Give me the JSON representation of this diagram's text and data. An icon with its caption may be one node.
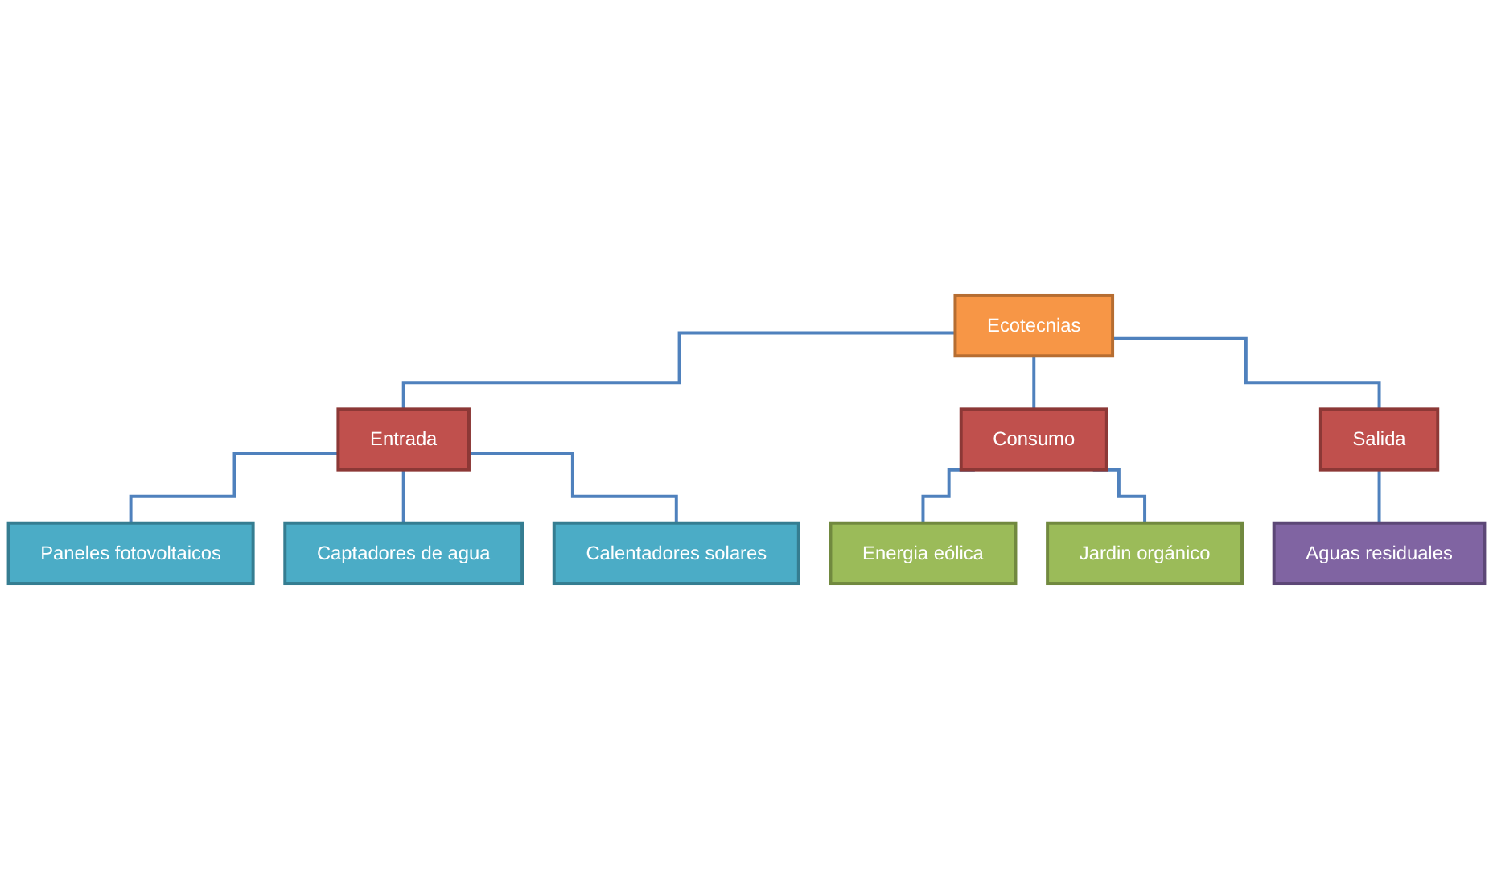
{
  "diagram": {
    "nodes": [
      {
        "text": [
          "Ecotecnias"
        ]
      },
      {
        "text": [
          "Entrada"
        ]
      },
      {
        "text": [
          "Consumo"
        ]
      },
      {
        "text": [
          "Salida"
        ]
      },
      {
        "text": [
          "Paneles fotovoltaicos"
        ]
      },
      {
        "text": [
          "Captadores de agua"
        ]
      },
      {
        "text": [
          "Calentadores solares"
        ]
      },
      {
        "text": [
          "Energia eólica"
        ]
      },
      {
        "text": [
          "Jardin orgánico"
        ]
      },
      {
        "text": [
          "Aguas residuales"
        ]
      }
    ],
    "edges": [
      {
        "from": 0,
        "to": 1,
        "arrow": "none"
      },
      {
        "from": 0,
        "to": 2,
        "arrow": "none"
      },
      {
        "from": 0,
        "to": 3,
        "arrow": "none"
      },
      {
        "from": 1,
        "to": 4,
        "arrow": "none"
      },
      {
        "from": 1,
        "to": 5,
        "arrow": "none"
      },
      {
        "from": 1,
        "to": 6,
        "arrow": "none"
      },
      {
        "from": 2,
        "to": 7,
        "arrow": "none"
      },
      {
        "from": 2,
        "to": 8,
        "arrow": "none"
      },
      {
        "from": 3,
        "to": 9,
        "arrow": "none"
      }
    ]
  }
}
